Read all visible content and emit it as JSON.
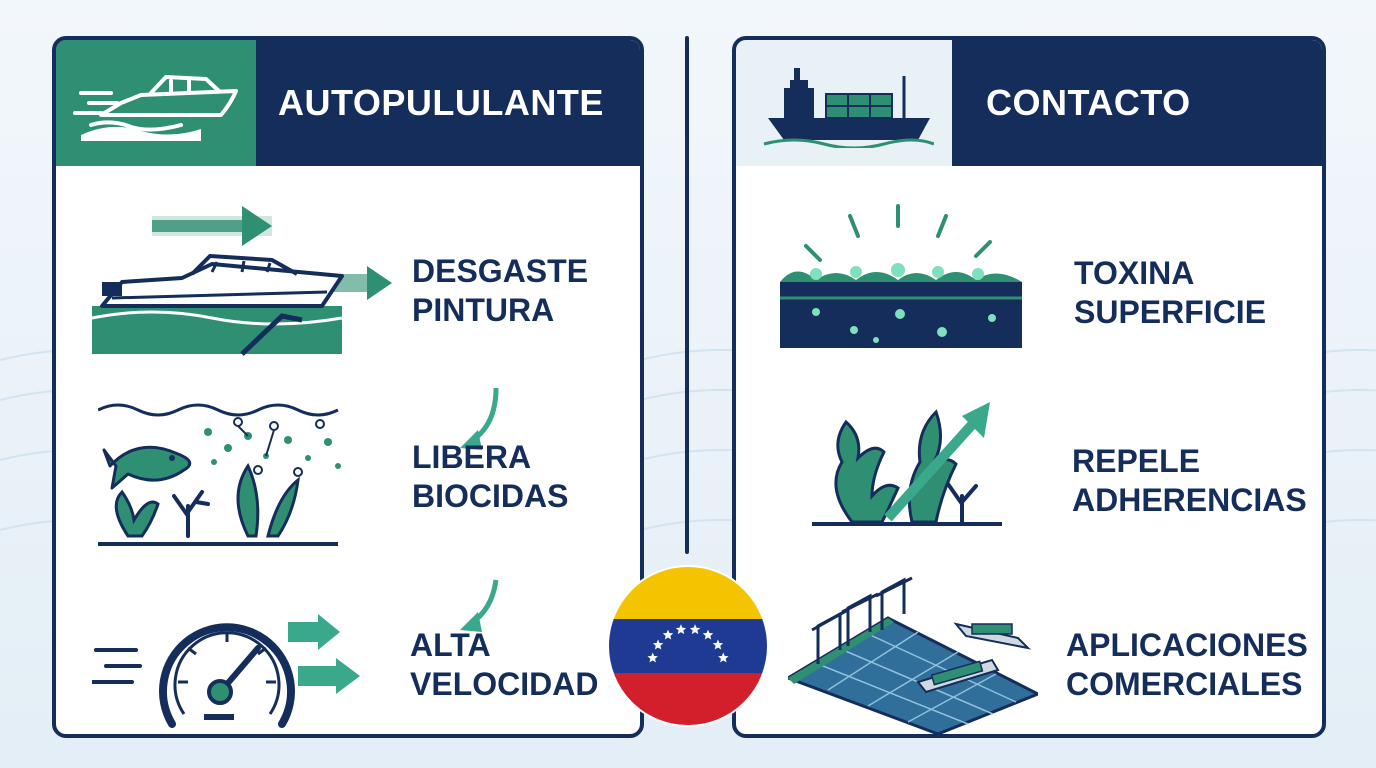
{
  "left_panel": {
    "title": "AUTOPULULANTE",
    "header_icon": "speedboat-icon",
    "items": [
      {
        "icon": "speedboat-wake-icon",
        "line1": "DESGASTE",
        "line2": "PINTURA"
      },
      {
        "icon": "marine-life-biocide-icon",
        "line1": "LIBERA",
        "line2": "BIOCIDAS"
      },
      {
        "icon": "speedometer-icon",
        "line1": "ALTA",
        "line2": "VELOCIDAD"
      }
    ]
  },
  "right_panel": {
    "title": "CONTACTO",
    "header_icon": "cargo-ship-icon",
    "items": [
      {
        "icon": "toxic-surface-icon",
        "line1": "TOXINA",
        "line2": "SUPERFICIE"
      },
      {
        "icon": "seaweed-repel-icon",
        "line1": "REPELE",
        "line2": "ADHERENCIAS"
      },
      {
        "icon": "commercial-port-icon",
        "line1": "APLICACIONES",
        "line2": "COMERCIALES"
      }
    ]
  },
  "flag": {
    "icon": "venezuela-flag-icon",
    "colors": [
      "#f5c400",
      "#1f3a93",
      "#d21f2b"
    ]
  },
  "colors": {
    "navy": "#152d5a",
    "teal": "#2f8f73",
    "light_teal": "#3aa88a"
  }
}
